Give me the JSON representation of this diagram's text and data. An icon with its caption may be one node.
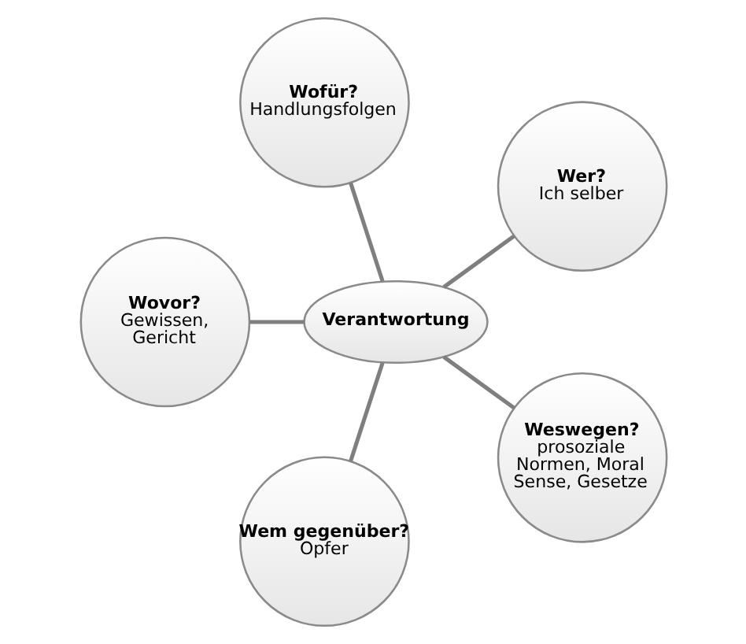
{
  "diagram": {
    "nodes": [
      {
        "text": [
          "Wer?",
          "Ich selber"
        ]
      },
      {
        "text": [
          "Wofür?",
          "Handlungsfolgen"
        ]
      },
      {
        "text": [
          "Verantwortung"
        ]
      },
      {
        "text": [
          "Wovor?",
          "Gewissen, Gericht"
        ]
      },
      {
        "text": [
          "Wem gegenüber?",
          "Opfer"
        ]
      },
      {
        "text": [
          "Weswegen?",
          "prosoziale Normen, Moral Sense, Gesetze"
        ]
      }
    ],
    "edges": [
      {
        "from": 2,
        "to": 0,
        "arrow": "none"
      },
      {
        "from": 2,
        "to": 1,
        "arrow": "none"
      },
      {
        "from": 2,
        "to": 3,
        "arrow": "none"
      },
      {
        "from": 2,
        "to": 4,
        "arrow": "none"
      },
      {
        "from": 2,
        "to": 5,
        "arrow": "none"
      }
    ]
  }
}
